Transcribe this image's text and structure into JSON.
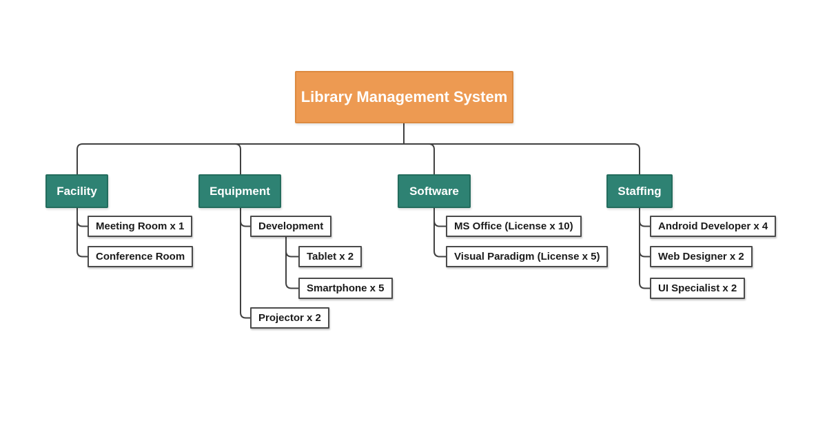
{
  "diagram": {
    "type": "work-breakdown-structure",
    "root": {
      "label": "Library Management System"
    },
    "branches": [
      {
        "label": "Facility",
        "children": [
          {
            "label": "Meeting Room x 1"
          },
          {
            "label": "Conference Room"
          }
        ]
      },
      {
        "label": "Equipment",
        "children": [
          {
            "label": "Development",
            "children": [
              {
                "label": "Tablet x 2"
              },
              {
                "label": "Smartphone x 5"
              }
            ]
          },
          {
            "label": "Projector x 2"
          }
        ]
      },
      {
        "label": "Software",
        "children": [
          {
            "label": "MS Office (License x 10)"
          },
          {
            "label": "Visual Paradigm (License x 5)"
          }
        ]
      },
      {
        "label": "Staffing",
        "children": [
          {
            "label": "Android Developer x 4"
          },
          {
            "label": "Web Designer x 2"
          },
          {
            "label": "UI Specialist x 2"
          }
        ]
      }
    ],
    "colors": {
      "root_fill": "#ED9A52",
      "root_border": "#DC8A40",
      "branch_fill": "#2E8273",
      "branch_border": "#236C5D",
      "leaf_fill": "#FFFFFF",
      "leaf_border": "#4A4A4A",
      "connector": "#404040",
      "text_on_color": "#FFFFFF",
      "leaf_text": "#1A1A1A",
      "background": "#FFFFFF"
    }
  }
}
